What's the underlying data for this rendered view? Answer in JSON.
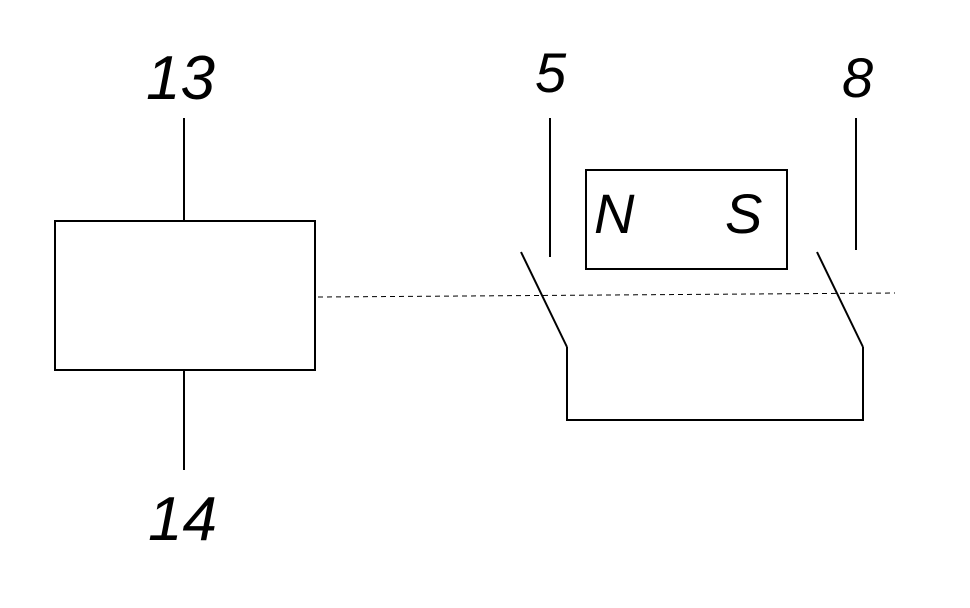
{
  "terminals": {
    "coil_top": "13",
    "coil_bottom": "14",
    "contact_left": "5",
    "contact_right": "8"
  },
  "magnet": {
    "north": "N",
    "south": "S"
  }
}
